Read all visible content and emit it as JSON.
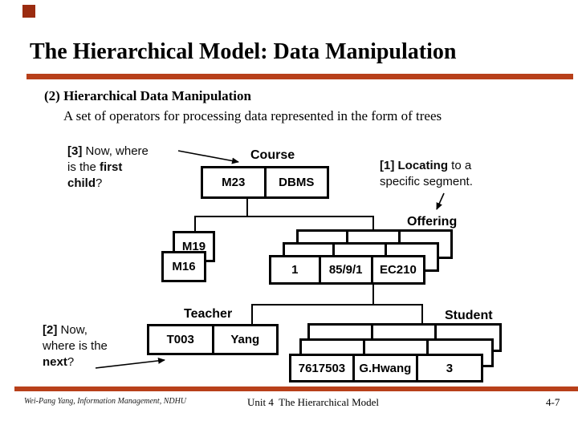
{
  "slide": {
    "title": "The Hierarchical Model: Data Manipulation",
    "heading": "(2) Hierarchical Data Manipulation",
    "subheading": "A set of operators for processing data represented in the form of trees"
  },
  "annotations": {
    "a3": {
      "bold1": "[3]",
      "text1": "Now, where",
      "text2": "is the",
      "bold2": "first",
      "bold3": "child",
      "text3": "?"
    },
    "a1": {
      "bold1": "[1] Locating",
      "text1": "to a",
      "text2": "specific segment."
    },
    "a2": {
      "bold1": "[2]",
      "text1": "Now,",
      "text2": "where is the",
      "bold2": "next",
      "text3": "?"
    }
  },
  "diagram": {
    "course": {
      "label": "Course",
      "cells": [
        "M23",
        "DBMS"
      ]
    },
    "m19": "M19",
    "m16": "M16",
    "offering": {
      "label": "Offering",
      "cells": [
        "1",
        "85/9/1",
        "EC210"
      ]
    },
    "teacher": {
      "label": "Teacher",
      "cells": [
        "T003",
        "Yang"
      ]
    },
    "student": {
      "label": "Student",
      "cells": [
        "7617503",
        "G.Hwang",
        "3"
      ]
    }
  },
  "footer": {
    "left": "Wei-Pang Yang, Information Management, NDHU",
    "center": "Unit 4  The Hierarchical Model",
    "right": "4-7"
  },
  "colors": {
    "accent": "#b8401a",
    "bullet": "#9b2c10"
  }
}
